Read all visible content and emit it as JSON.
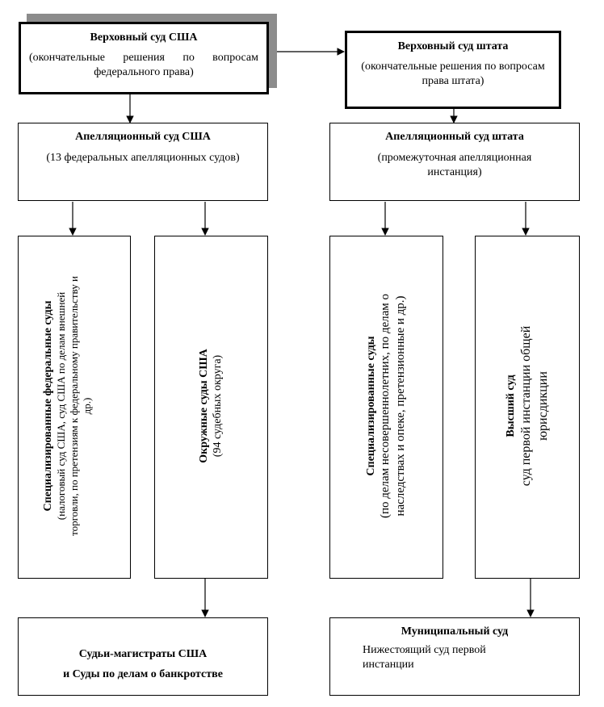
{
  "supreme_us": {
    "title": "Верховный суд США",
    "desc": "(окончательные решения по вопросам федерального права)"
  },
  "supreme_state": {
    "title": "Верховный суд штата",
    "desc": "(окончательные решения по вопросам права штата)"
  },
  "appeal_us": {
    "title": "Апелляционный суд США",
    "desc": "(13 федеральных апелляционных судов)"
  },
  "appeal_state": {
    "title": "Апелляционный суд штата",
    "desc": "(промежуточная апелляционная инстанция)"
  },
  "special_federal": {
    "title": "Специализированные федеральные суды",
    "desc": "(налоговый суд США, суд США по делам внешней торговли, по претензиям к федеральному правительству и др.)"
  },
  "district_us": {
    "title": "Окружные суды США",
    "desc": "(94 судебных округа)"
  },
  "special_state": {
    "title": "Специализированные суды",
    "desc": "(по делам несовершеннолетних, по делам о наследствах и опеке, претензионные и др.)"
  },
  "high_court": {
    "title": "Высший суд",
    "desc": "суд первой инстанции общей юрисдикции"
  },
  "magistrates": {
    "line1": "Судьи-магистраты США",
    "line2": "и Суды по делам о банкротстве"
  },
  "municipal": {
    "title": "Муниципальный суд",
    "desc": "Нижестоящий суд первой инстанции"
  }
}
